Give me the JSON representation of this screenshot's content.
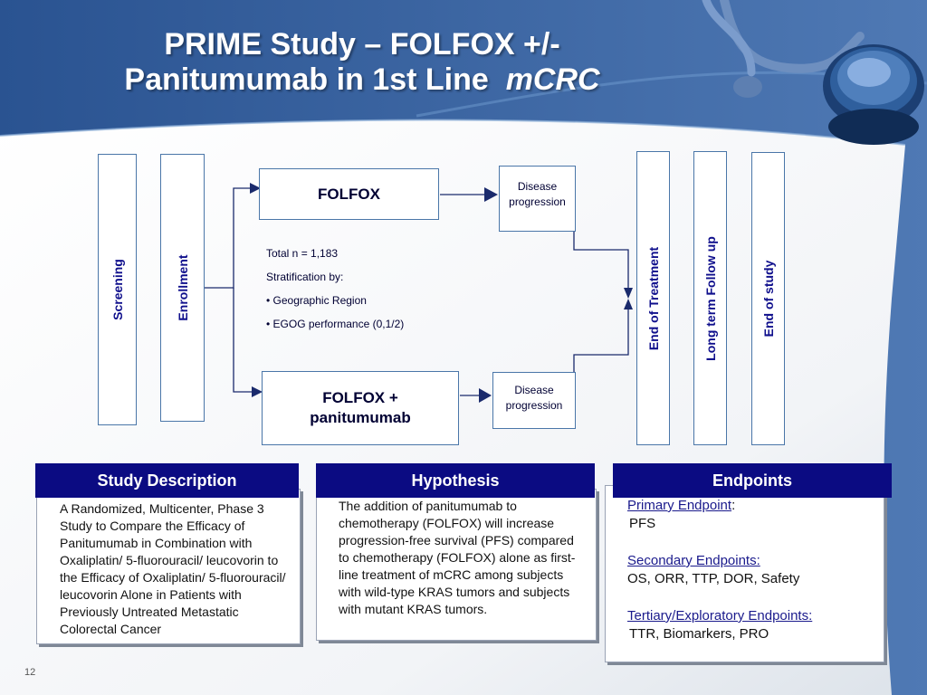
{
  "slide": {
    "title_line1": "PRIME Study – FOLFOX +/-",
    "title_line2": "Panitumumab in 1st Line",
    "title_italic": "mCRC",
    "page_number": "12"
  },
  "flow": {
    "screening": "Screening",
    "enrollment": "Enrollment",
    "arm_top": "FOLFOX",
    "arm_bottom": "FOLFOX + panitumumab",
    "disease_progression_top": "Disease progression",
    "disease_progression_bottom": "Disease progression",
    "end_of_treatment": "End of Treatment",
    "long_term_follow_up": "Long term Follow up",
    "end_of_study": "End of study",
    "info": {
      "total": "Total n = 1,183",
      "stratification": "Stratification by:",
      "bullet1": "• Geographic Region",
      "bullet2": "• EGOG performance (0,1/2)"
    }
  },
  "panels": {
    "study_description": {
      "header": "Study Description",
      "text": "A Randomized, Multicenter, Phase 3 Study to Compare the Efficacy of Panitumumab in Combination with Oxaliplatin/ 5-fluorouracil/ leucovorin to the Efficacy of Oxaliplatin/ 5-fluorouracil/ leucovorin Alone in Patients with Previously Untreated Metastatic Colorectal Cancer"
    },
    "hypothesis": {
      "header": "Hypothesis",
      "text": "The addition of panitumumab to chemotherapy (FOLFOX) will increase progression-free survival (PFS) compared to chemotherapy (FOLFOX) alone as first-line treatment of mCRC among subjects with wild-type KRAS tumors and subjects with mutant KRAS tumors."
    },
    "endpoints": {
      "header": "Endpoints",
      "primary_label": "Primary Endpoint",
      "primary_colon": ":",
      "primary_value": "PFS",
      "secondary_label": "Secondary Endpoints:",
      "secondary_value": "OS, ORR,  TTP, DOR, Safety",
      "tertiary_label": "Tertiary/Exploratory Endpoints:",
      "tertiary_value": "TTR, Biomarkers, PRO"
    }
  },
  "colors": {
    "slide_blue": "#2f5a96",
    "panel_header_navy": "#0b0b82",
    "vertical_label_blue": "#0f0f8c"
  },
  "icons": [
    "stethoscope-icon"
  ]
}
